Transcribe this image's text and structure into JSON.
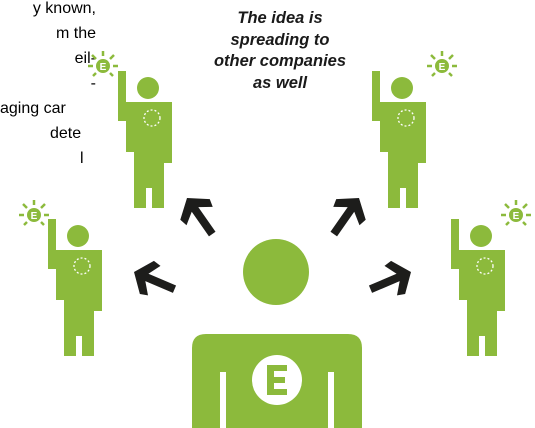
{
  "caption": {
    "lines": [
      "The idea is",
      "spreading to",
      "other companies",
      "as well"
    ]
  },
  "left_text": {
    "lines": [
      "y known,",
      "m   the",
      "eil-",
      "-"
    ]
  },
  "right_text": {
    "lines": [
      "aging car",
      "dete",
      "l"
    ]
  },
  "badge_letter": "E",
  "colors": {
    "figure_green": "#8cba3c",
    "arrow": "#1d1d1b",
    "bulb_rays": "#8cba3c",
    "text": "#2a2a2a"
  },
  "icons": [
    "person-icon",
    "lightbulb-icon",
    "arrow-icon",
    "e-badge-icon"
  ]
}
